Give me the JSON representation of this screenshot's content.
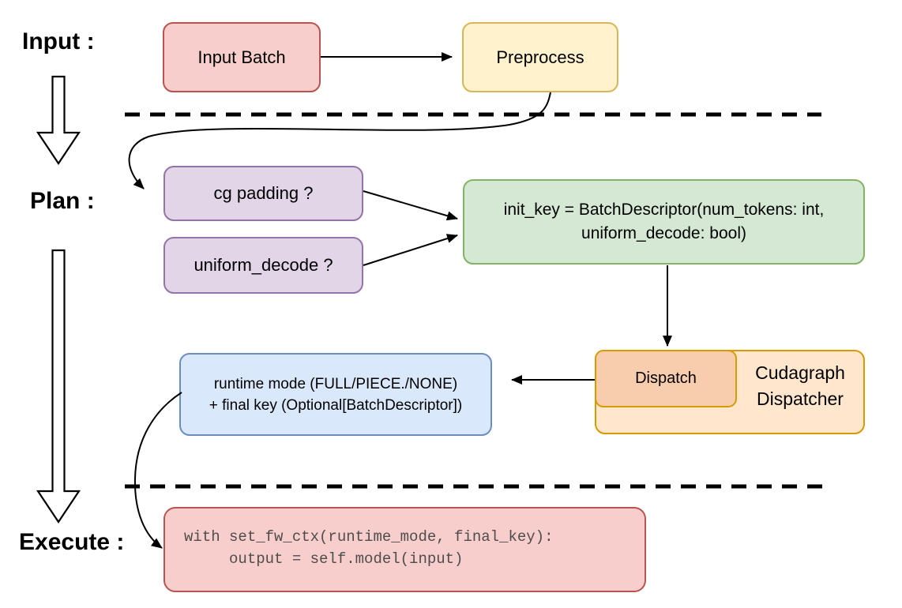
{
  "stage_labels": {
    "input": "Input :",
    "plan": "Plan :",
    "execute": "Execute :"
  },
  "nodes": {
    "input_batch": {
      "label": "Input Batch"
    },
    "preprocess": {
      "label": "Preprocess"
    },
    "cg_padding": {
      "label": "cg padding ?"
    },
    "uniform_decode": {
      "label": "uniform_decode ?"
    },
    "init_key": {
      "line1": "init_key = BatchDescriptor(num_tokens: int,",
      "line2": "uniform_decode: bool)"
    },
    "dispatch": {
      "label": "Dispatch"
    },
    "cudagraph_dispatcher": {
      "line1": "Cudagraph",
      "line2": "Dispatcher"
    },
    "runtime_mode": {
      "line1": "runtime mode (FULL/PIECE./NONE)",
      "line2": "+ final key (Optional[BatchDescriptor])"
    },
    "execute_code": {
      "line1": "with set_fw_ctx(runtime_mode, final_key):",
      "line2": "     output = self.model(input)"
    }
  },
  "colors": {
    "red_fill": "#f8cecc",
    "red_stroke": "#b85450",
    "yellow_fill": "#fff2cc",
    "yellow_stroke": "#d6b656",
    "purple_fill": "#e1d5e7",
    "purple_stroke": "#9673a6",
    "green_fill": "#d5e8d4",
    "green_stroke": "#82b366",
    "orange_fill": "#ffe6cc",
    "orange_stroke": "#d79b00",
    "orange_inner_fill": "#f8cdae",
    "blue_fill": "#dae8fc",
    "blue_stroke": "#6c8ebf",
    "arrow": "#000000",
    "code_text": "#4d4d4d"
  }
}
